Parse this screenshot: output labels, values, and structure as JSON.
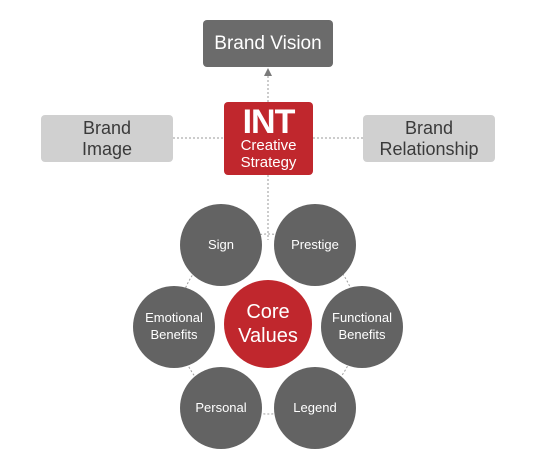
{
  "top": {
    "label": "Brand Vision"
  },
  "left": {
    "line1": "Brand",
    "line2": "Image"
  },
  "right": {
    "line1": "Brand",
    "line2": "Relationship"
  },
  "center": {
    "logo": "INT",
    "line1": "Creative",
    "line2": "Strategy"
  },
  "core": {
    "line1": "Core",
    "line2": "Values"
  },
  "values": [
    {
      "line1": "Sign",
      "line2": ""
    },
    {
      "line1": "Prestige",
      "line2": ""
    },
    {
      "line1": "Functional",
      "line2": "Benefits"
    },
    {
      "line1": "Legend",
      "line2": ""
    },
    {
      "line1": "Personal",
      "line2": ""
    },
    {
      "line1": "Emotional",
      "line2": "Benefits"
    }
  ],
  "colors": {
    "accent_red": "#c0272d",
    "dark_gray": "#6b6b6b",
    "light_gray": "#d0d0d0",
    "circle_gray": "#636363",
    "connector": "#9a9a9a"
  }
}
